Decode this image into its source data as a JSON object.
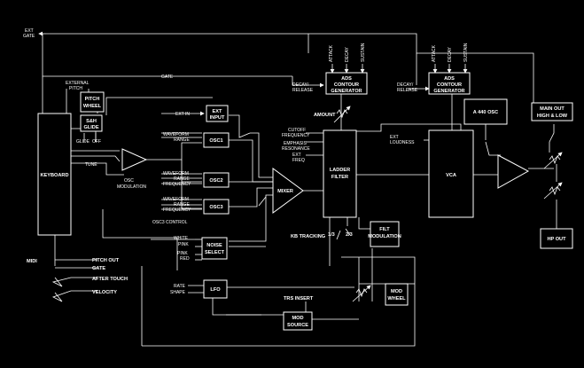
{
  "diagram": {
    "blocks": {
      "keyboard": "KEYBOARD",
      "pitch_wheel": [
        "PITCH",
        "WHEEL"
      ],
      "sh_glide": [
        "S&H",
        "GLIDE"
      ],
      "ext_input": [
        "EXT",
        "INPUT"
      ],
      "osc1": "OSC1",
      "osc2": "OSC2",
      "osc3": "OSC3",
      "mixer": "MIXER",
      "noise_select": [
        "NOISE",
        "SELECT"
      ],
      "lfo": "LFO",
      "mod_source": [
        "MOD",
        "SOURCE"
      ],
      "ladder_filter": [
        "LADDER",
        "FILTER"
      ],
      "filt_modulation": [
        "FILT",
        "MODULATION"
      ],
      "mod_wheel": [
        "MOD",
        "WHEEL"
      ],
      "ads_filter": [
        "ADS",
        "CONTOUR",
        "GENERATOR"
      ],
      "ads_vca": [
        "ADS",
        "CONTOUR",
        "GENERATOR"
      ],
      "vca": "VCA",
      "a440_osc": "A 440 OSC",
      "main_out": [
        "MAIN OUT",
        "HIGH & LOW"
      ],
      "hp_out": [
        "HP OUT"
      ]
    },
    "labels": {
      "ext_gate": [
        "EXT",
        "GATE"
      ],
      "gate_top": "GATE",
      "external_pitch": [
        "EXTERNAL",
        "PITCH"
      ],
      "glide": "GLIDE",
      "off": "OFF",
      "tune": "TUNE",
      "osc_modulation": [
        "OSC",
        "MODULATION"
      ],
      "ext_in": "EXT IN",
      "waveform": "WAVEFORM",
      "range": "RANGE",
      "frequency": "FREQUENCY",
      "osc3_control": "OSC3 CONTROL",
      "white": "WHITE",
      "pink": "PINK",
      "red": "RED",
      "rate": "RATE",
      "shape": "SHAPE",
      "trs_insert": "TRS INSERT",
      "midi": "MIDI",
      "pitch_out": "PITCH OUT",
      "gate_out": "GATE",
      "after_touch": "AFTER TOUCH",
      "velocity": "VELOCITY",
      "cutoff_frequency": [
        "CUTOFF",
        "FREQUENCY"
      ],
      "emphasis_resonance": [
        "EMPHASIS",
        "RESONANCE"
      ],
      "ext_freq": [
        "EXT",
        "FREQ"
      ],
      "amount": "AMOUNT",
      "kb_tracking": "KB TRACKING",
      "one_third": "1/3",
      "two_thirds": "2/3",
      "decay_release": [
        "DECAY/",
        "RELEASE"
      ],
      "attack": "ATTACK",
      "decay": "DECAY",
      "sustain": "SUSTAIN",
      "ext_loudness": [
        "EXT",
        "LOUDNESS"
      ]
    }
  }
}
